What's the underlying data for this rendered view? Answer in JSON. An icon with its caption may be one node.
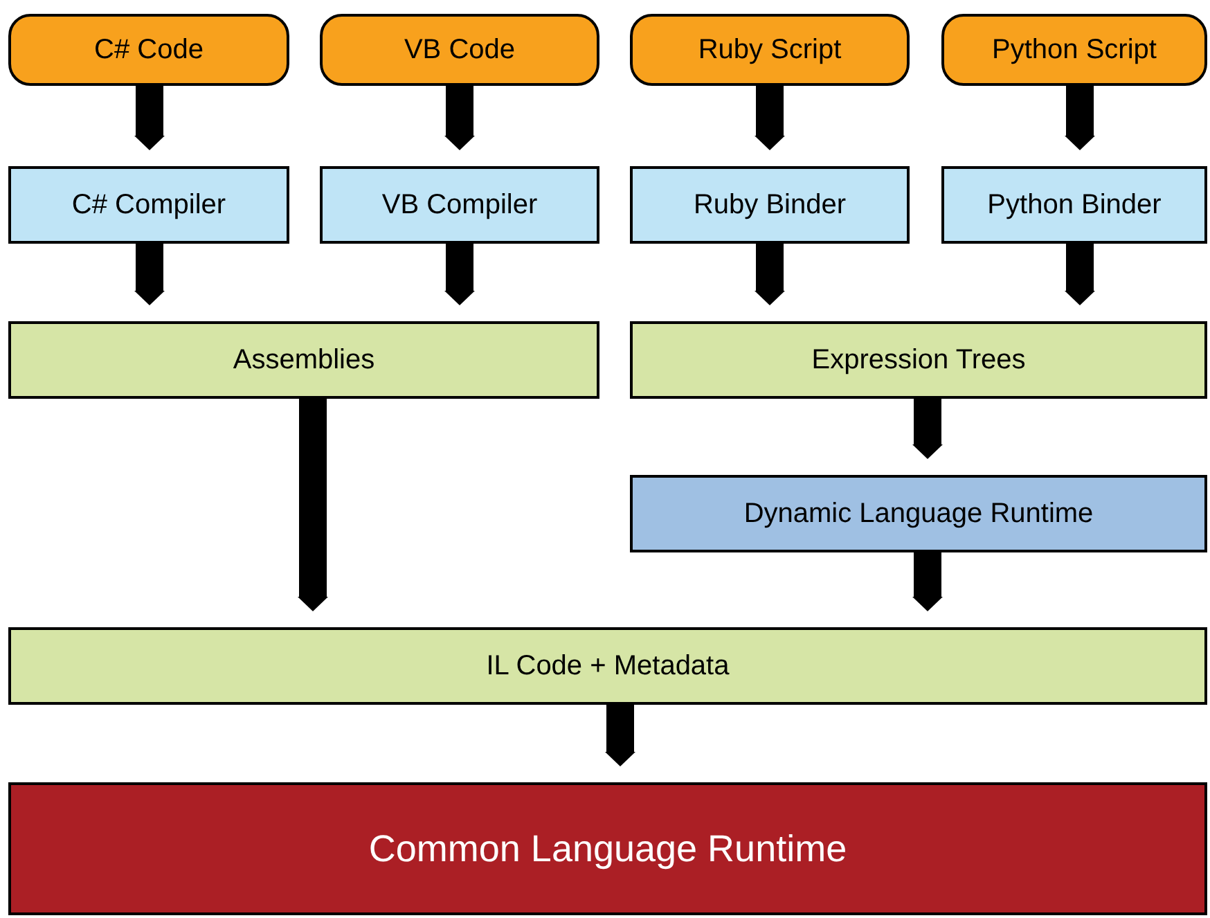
{
  "diagram": {
    "nodes": [
      {
        "text": [
          "C# Code"
        ]
      },
      {
        "text": [
          "VB Code"
        ]
      },
      {
        "text": [
          "Ruby Script"
        ]
      },
      {
        "text": [
          "Python Script"
        ]
      },
      {
        "text": [
          "C# Compiler"
        ]
      },
      {
        "text": [
          "VB Compiler"
        ]
      },
      {
        "text": [
          "Ruby Binder"
        ]
      },
      {
        "text": [
          "Python Binder"
        ]
      },
      {
        "text": [
          "Assemblies"
        ]
      },
      {
        "text": [
          "Expression Trees"
        ]
      },
      {
        "text": [
          "Dynamic Language Runtime"
        ]
      },
      {
        "text": [
          "IL Code + Metadata"
        ]
      },
      {
        "text": [
          "Common Language Runtime"
        ]
      }
    ],
    "edges": [
      {
        "from": 0,
        "to": 4,
        "arrow": "to"
      },
      {
        "from": 1,
        "to": 5,
        "arrow": "to"
      },
      {
        "from": 2,
        "to": 6,
        "arrow": "to"
      },
      {
        "from": 3,
        "to": 7,
        "arrow": "to"
      },
      {
        "from": 4,
        "to": 8,
        "arrow": "to"
      },
      {
        "from": 5,
        "to": 8,
        "arrow": "to"
      },
      {
        "from": 6,
        "to": 9,
        "arrow": "to"
      },
      {
        "from": 7,
        "to": 9,
        "arrow": "to"
      },
      {
        "from": 9,
        "to": 10,
        "arrow": "to"
      },
      {
        "from": 8,
        "to": 11,
        "arrow": "to"
      },
      {
        "from": 10,
        "to": 11,
        "arrow": "to"
      },
      {
        "from": 11,
        "to": 12,
        "arrow": "to"
      }
    ]
  }
}
